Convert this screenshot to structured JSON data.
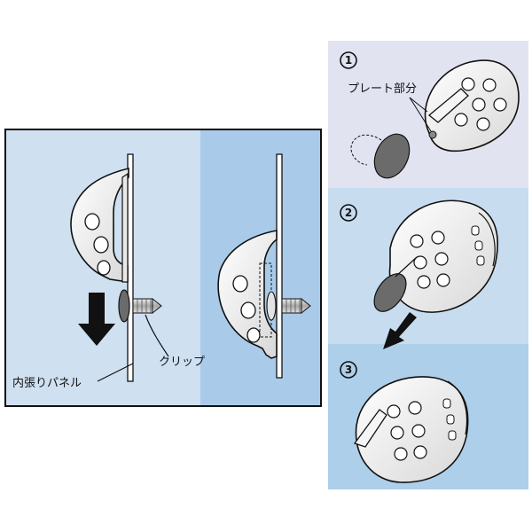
{
  "labels": {
    "panel": "内張りパネル",
    "clip": "クリップ",
    "plate": "プレート部分"
  },
  "steps": [
    "1",
    "2",
    "3"
  ],
  "colors": {
    "panel_light": "#cfe0f1",
    "panel_mid": "#b8d3ec",
    "panel_dark": "#a9cbe9",
    "step1_bg": "#e1e3f1",
    "step2_bg": "#c8dcf0",
    "step3_bg": "#aecfea",
    "outline": "#111111",
    "handle_fill": "#f2f2f2",
    "plate_dark": "#6b6b6b",
    "clip_metal": "#c9c9c9"
  }
}
